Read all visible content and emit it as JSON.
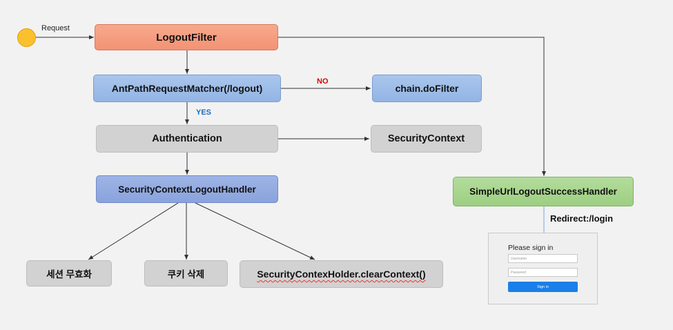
{
  "start": {
    "label": "Request"
  },
  "nodes": {
    "logout_filter": "LogoutFilter",
    "matcher": "AntPathRequestMatcher(/logout)",
    "do_filter": "chain.doFilter",
    "authentication": "Authentication",
    "security_context": "SecurityContext",
    "logout_handler": "SecurityContextLogoutHandler",
    "success_handler": "SimpleUrlLogoutSuccessHandler",
    "session_invalidate": "세션 무효화",
    "cookie_delete": "쿠키 삭제",
    "clear_context": "SecurityContexHolder.clearContext()"
  },
  "edge_labels": {
    "no": "NO",
    "yes": "YES",
    "redirect": "Redirect:/login"
  },
  "login_form": {
    "title": "Please sign in",
    "username_placeholder": "Username",
    "password_placeholder": "Password",
    "button": "Sign in"
  },
  "colors": {
    "no": "#e00000",
    "yes": "#1a6fc0",
    "start": "#fbc02d"
  }
}
